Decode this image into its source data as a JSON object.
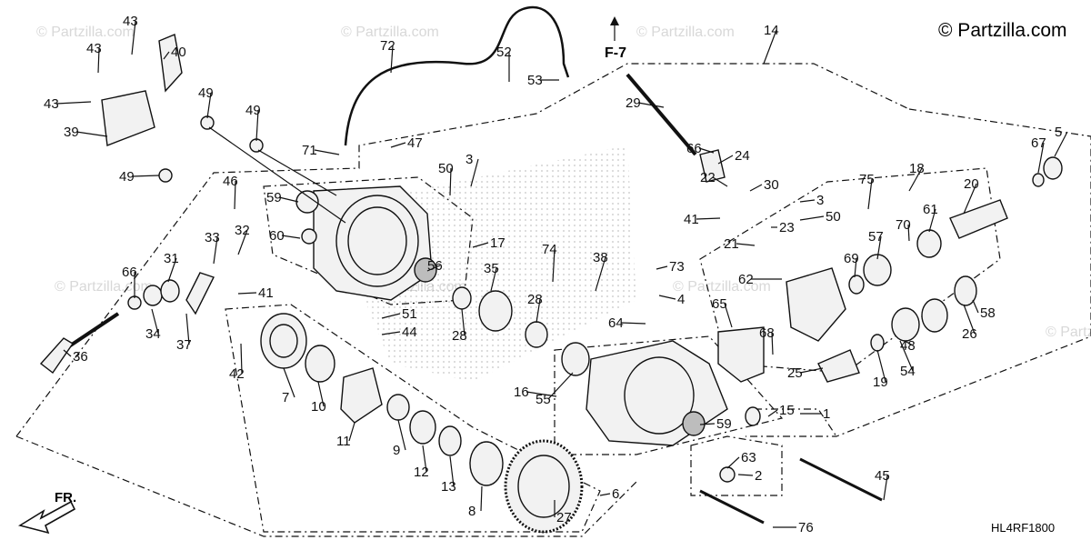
{
  "copyright": "© Partzilla.com",
  "watermark": "© Partzilla.com",
  "figure_code": "HL4RF1800",
  "reference": "F-7",
  "direction_label": "FR.",
  "callouts": [
    "1",
    "2",
    "3",
    "3",
    "4",
    "5",
    "6",
    "7",
    "8",
    "9",
    "10",
    "11",
    "12",
    "13",
    "14",
    "15",
    "16",
    "17",
    "18",
    "19",
    "20",
    "21",
    "22",
    "23",
    "24",
    "25",
    "26",
    "27",
    "28",
    "28",
    "29",
    "30",
    "31",
    "32",
    "33",
    "34",
    "35",
    "36",
    "37",
    "38",
    "39",
    "40",
    "41",
    "41",
    "42",
    "43",
    "43",
    "43",
    "44",
    "45",
    "46",
    "47",
    "48",
    "49",
    "49",
    "49",
    "50",
    "50",
    "51",
    "52",
    "53",
    "54",
    "55",
    "56",
    "57",
    "58",
    "59",
    "59",
    "60",
    "61",
    "62",
    "63",
    "64",
    "65",
    "66",
    "66",
    "67",
    "68",
    "69",
    "70",
    "71",
    "72",
    "73",
    "74",
    "75",
    "76"
  ]
}
